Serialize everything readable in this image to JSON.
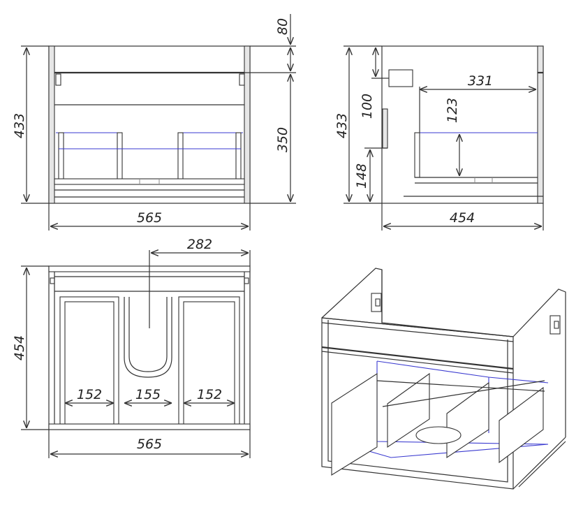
{
  "dimensions": {
    "front": {
      "height": "433",
      "width": "565",
      "top_gap": "80",
      "drawer_height": "350"
    },
    "side": {
      "height": "433",
      "depth": "454",
      "drawer_depth": "331",
      "drawer_inner": "123",
      "mount_height": "100",
      "bottom_offset": "148"
    },
    "plan": {
      "depth": "454",
      "width": "565",
      "center": "282",
      "left_bay": "152",
      "middle_bay": "155",
      "right_bay": "152"
    }
  },
  "colors": {
    "line": "#333333",
    "inner_line": "#3a3ad0",
    "panel": "#e6e6e6"
  }
}
